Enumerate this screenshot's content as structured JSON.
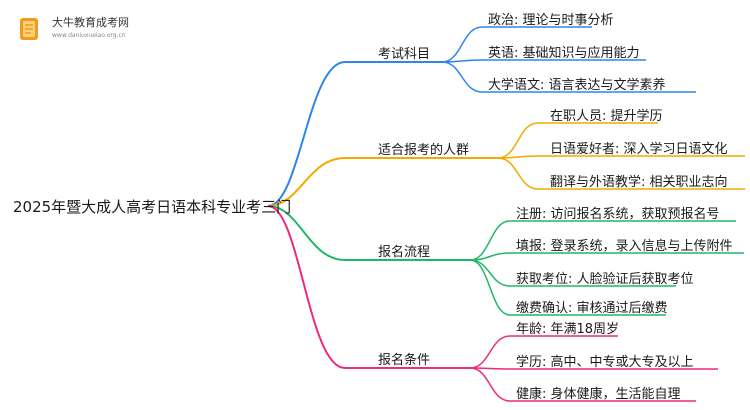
{
  "logo": {
    "name": "大牛教育成考网",
    "url": "www.daniuxueiao.org.cn"
  },
  "root": "2025年暨大成人高考日语本科专业考三门",
  "branches": [
    {
      "label": "考试科目",
      "color": "#2f86e8",
      "items": [
        "政治: 理论与时事分析",
        "英语: 基础知识与应用能力",
        "大学语文: 语言表达与文学素养"
      ]
    },
    {
      "label": "适合报考的人群",
      "color": "#f2aa00",
      "items": [
        "在职人员: 提升学历",
        "日语爱好者: 深入学习日语文化",
        "翻译与外语教学: 相关职业志向"
      ]
    },
    {
      "label": "报名流程",
      "color": "#1fb866",
      "items": [
        "注册: 访问报名系统，获取预报名号",
        "填报: 登录系统，录入信息与上传附件",
        "获取考位: 人脸验证后获取考位",
        "缴费确认: 审核通过后缴费"
      ]
    },
    {
      "label": "报名条件",
      "color": "#ee2a7b",
      "items": [
        "年龄: 年满18周岁",
        "学历: 高中、中专或大专及以上",
        "健康: 身体健康，生活能自理"
      ]
    }
  ]
}
